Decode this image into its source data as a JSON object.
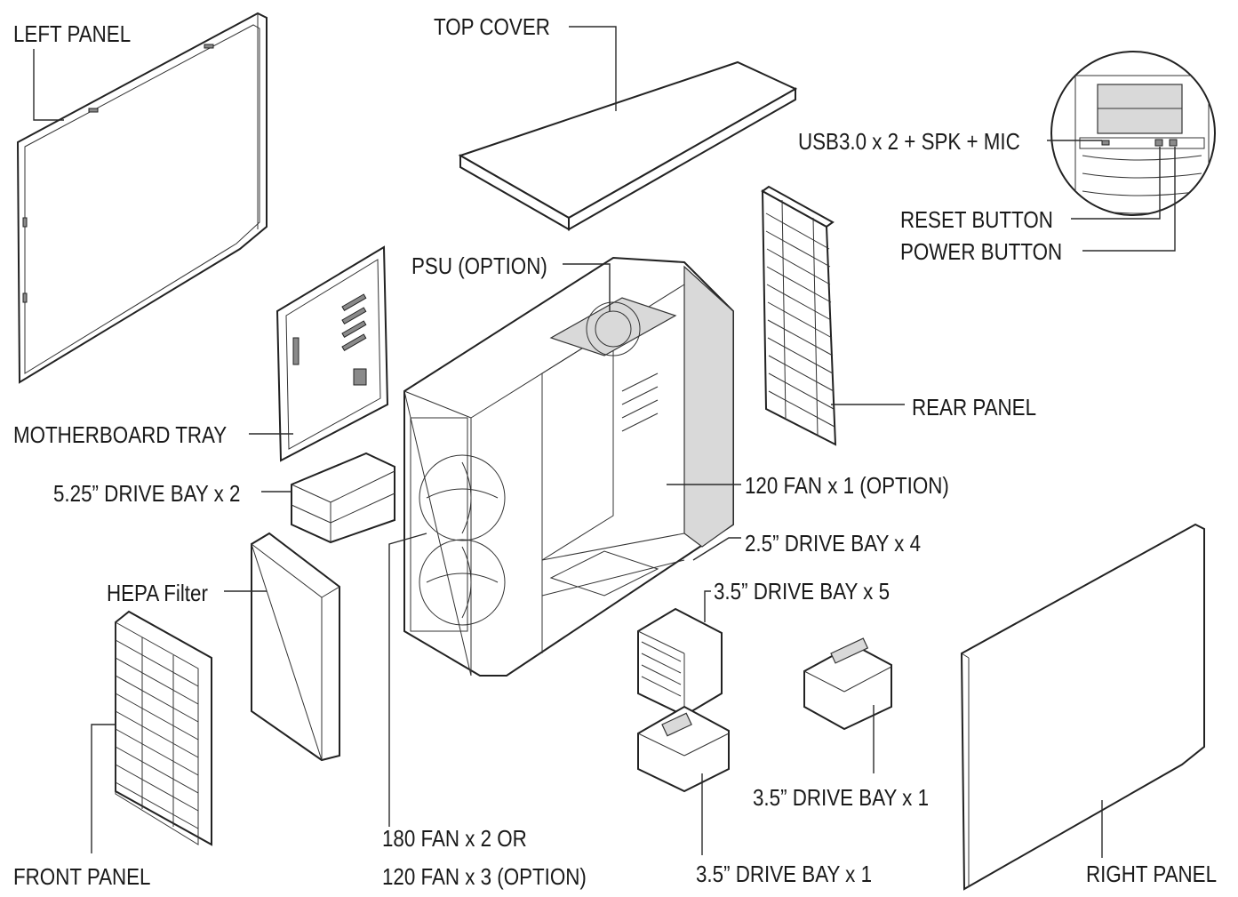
{
  "labels": {
    "left_panel": "LEFT PANEL",
    "top_cover": "TOP COVER",
    "front_io": "USB3.0 x 2 + SPK + MIC",
    "reset_button": "RESET BUTTON",
    "power_button": "POWER BUTTON",
    "psu": "PSU (OPTION)",
    "rear_panel": "REAR PANEL",
    "motherboard_tray": "MOTHERBOARD TRAY",
    "drive_bay_525": "5.25” DRIVE BAY x 2",
    "fan_120_rear": "120 FAN x 1 (OPTION)",
    "drive_bay_25": "2.5” DRIVE BAY x 4",
    "drive_bay_35_cage": "3.5” DRIVE BAY x 5",
    "hepa_filter": "HEPA Filter",
    "drive_bay_35_single_a": "3.5” DRIVE BAY x 1",
    "front_panel": "FRONT PANEL",
    "fan_180_line1": "180 FAN x 2 OR",
    "fan_180_line2": "120 FAN x 3 (OPTION)",
    "drive_bay_35_single_b": "3.5” DRIVE BAY x 1",
    "right_panel": "RIGHT PANEL"
  }
}
